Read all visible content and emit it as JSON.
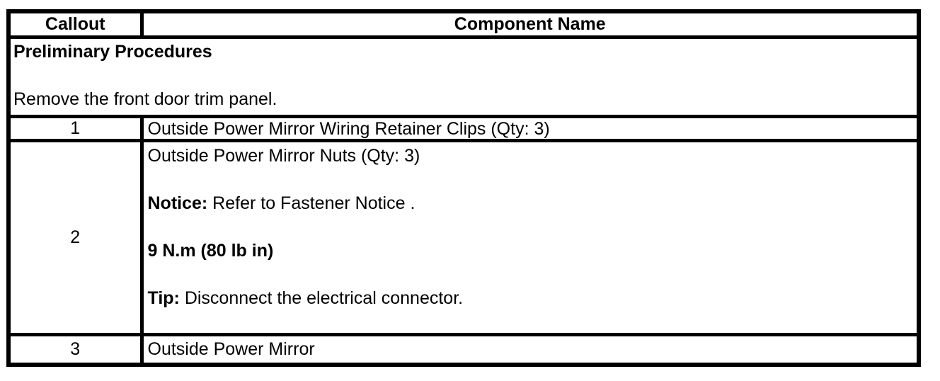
{
  "table": {
    "header": {
      "callout": "Callout",
      "component_name": "Component Name"
    },
    "preliminary": {
      "title": "Preliminary Procedures",
      "instruction": "Remove the front door trim panel."
    },
    "rows": [
      {
        "callout": "1",
        "lines": [
          {
            "text": "Outside Power Mirror Wiring Retainer Clips (Qty: 3)"
          }
        ]
      },
      {
        "callout": "2",
        "lines": [
          {
            "text": "Outside Power Mirror Nuts (Qty: 3)"
          },
          {
            "label": "Notice:",
            "text": " Refer to Fastener Notice ."
          },
          {
            "text": "9 N.m (80 lb in)"
          },
          {
            "label": "Tip:",
            "text": " Disconnect the electrical connector."
          }
        ]
      },
      {
        "callout": "3",
        "lines": [
          {
            "text": "Outside Power Mirror"
          }
        ]
      }
    ],
    "colors": {
      "border": "#000000",
      "text": "#000000",
      "background": "#ffffff"
    }
  }
}
